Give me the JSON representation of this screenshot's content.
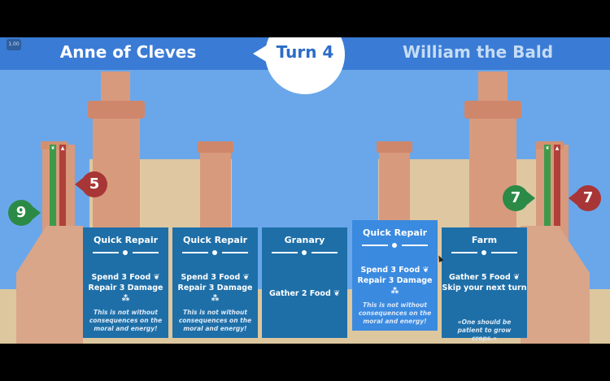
{
  "header": {
    "left_player": "Anne of Cleves",
    "right_player": "William the Bald",
    "turn_label": "Turn 4",
    "version_badge": "1.00"
  },
  "left_castle": {
    "green_stat": "9",
    "red_stat": "5",
    "banner_icons": [
      "food-icon",
      "damage-icon"
    ]
  },
  "right_castle": {
    "green_stat": "7",
    "red_stat": "7",
    "banner_icons": [
      "food-icon",
      "damage-icon"
    ]
  },
  "cards": [
    {
      "title": "Quick Repair",
      "effect_lines": [
        "Spend 3 Food",
        "Repair 3 Damage"
      ],
      "flavor": "This is not without consequences on the moral and energy!",
      "selected": false
    },
    {
      "title": "Quick Repair",
      "effect_lines": [
        "Spend 3 Food",
        "Repair 3 Damage"
      ],
      "flavor": "This is not without consequences on the moral and energy!",
      "selected": false
    },
    {
      "title": "Granary",
      "effect_lines": [
        "Gather 2 Food"
      ],
      "flavor": "",
      "selected": false
    },
    {
      "title": "Quick Repair",
      "effect_lines": [
        "Spend 3 Food",
        "Repair 3 Damage"
      ],
      "flavor": "This is not without consequences on the moral and energy!",
      "selected": true
    },
    {
      "title": "Farm",
      "effect_lines": [
        "Gather 5 Food",
        "Skip your next turn"
      ],
      "flavor": "«One should be patient to grow crops.»",
      "selected": false
    }
  ],
  "colors": {
    "sky": "#6aa7ea",
    "bar": "#3a7bd5",
    "card": "#1e6fa8",
    "card_selected": "#3a8ae0",
    "food_green": "#2b8a46",
    "damage_red": "#a83636"
  },
  "icons": {
    "food": "leaf-icon",
    "damage": "rubble-icon"
  }
}
